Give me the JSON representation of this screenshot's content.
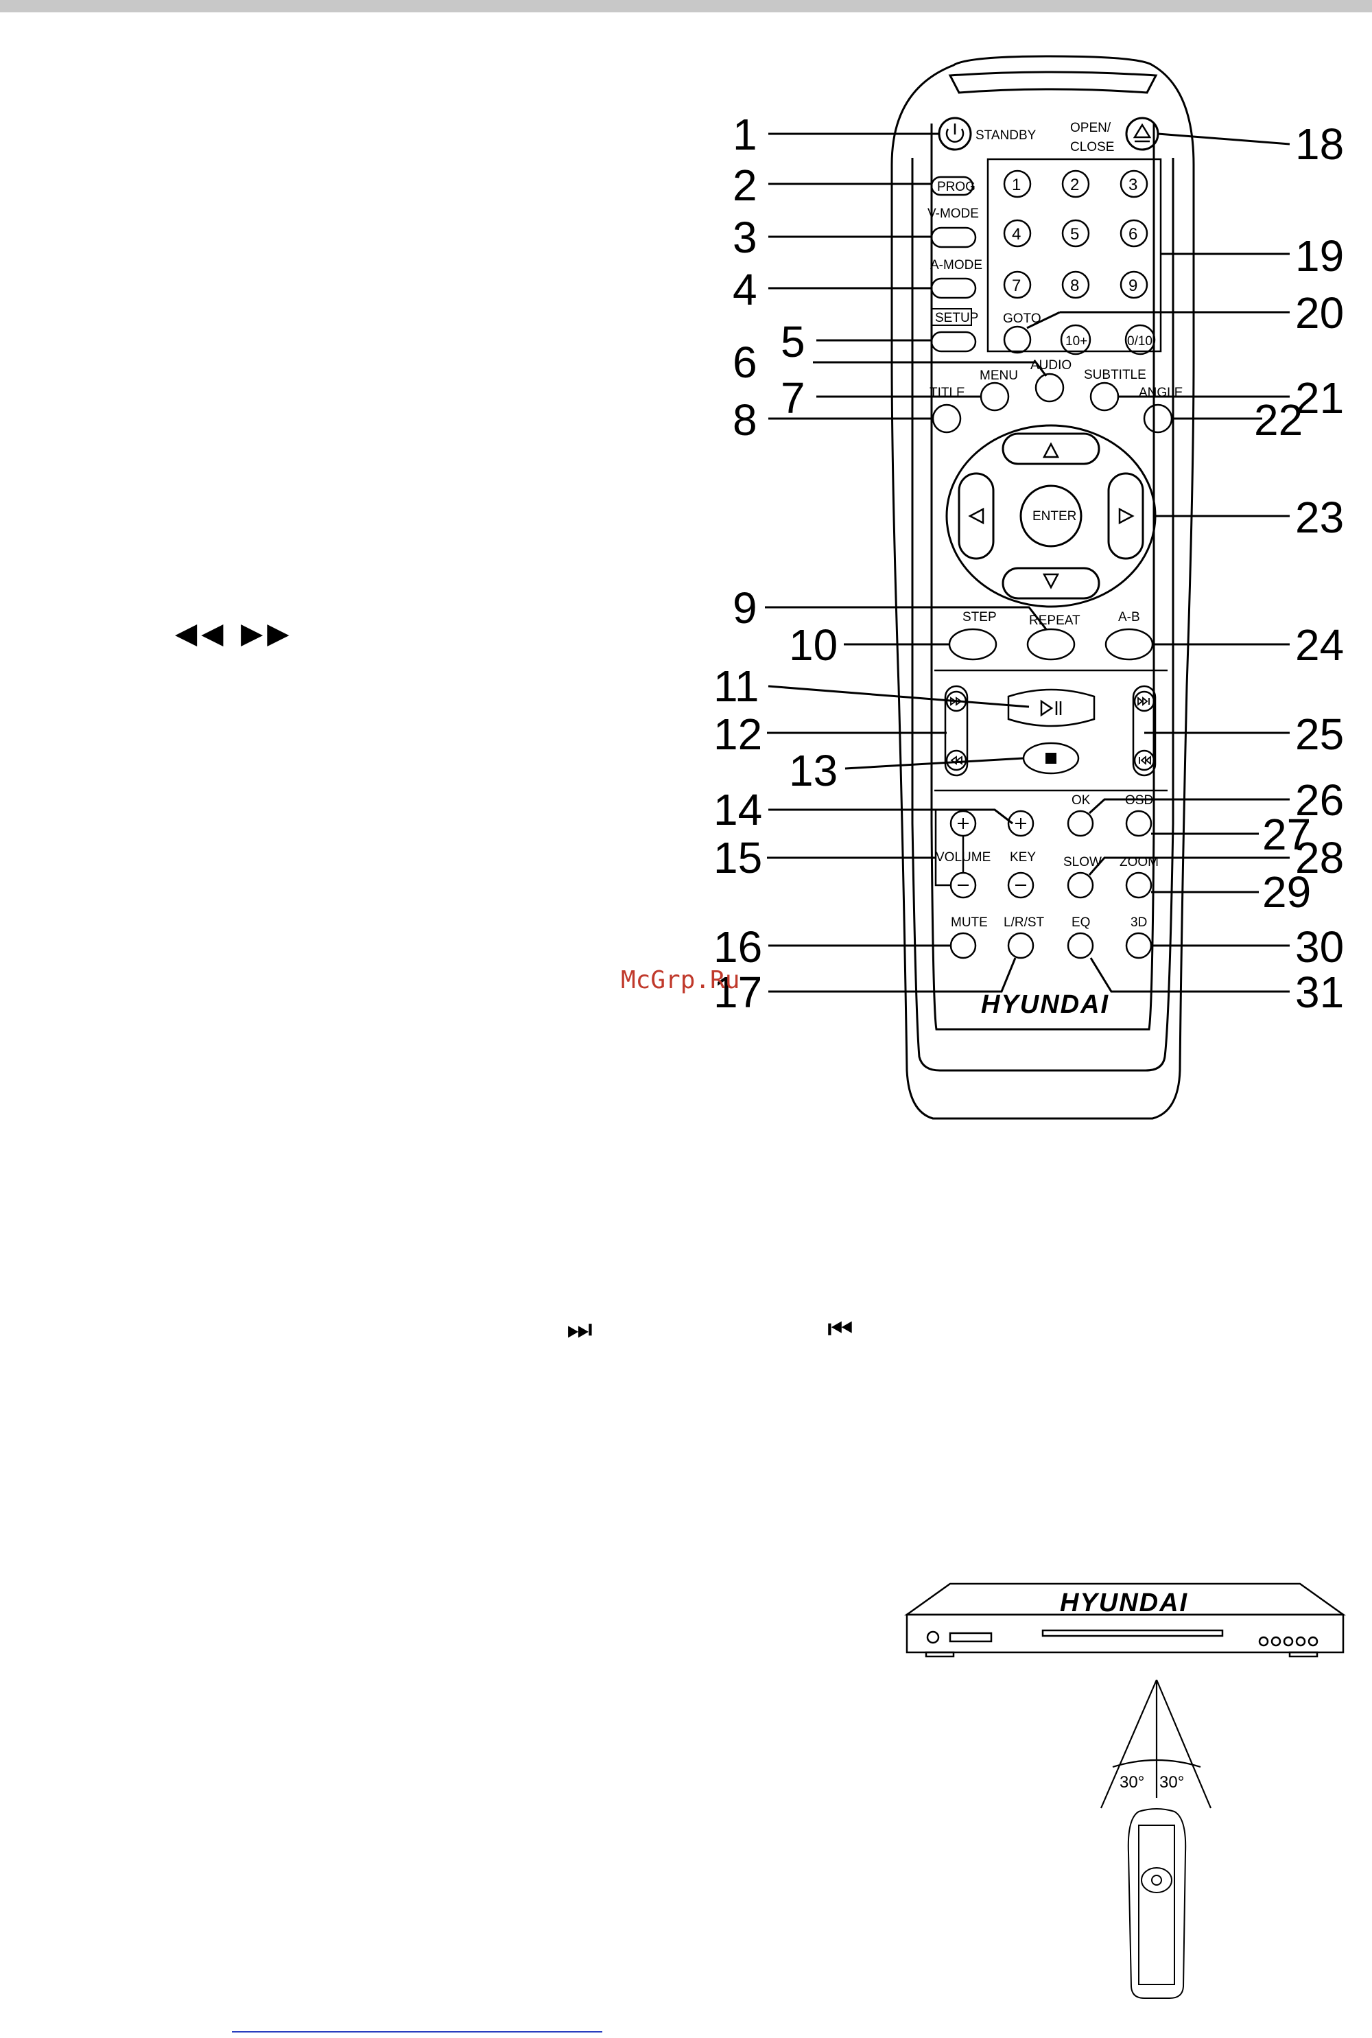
{
  "watermark": "McGrp.Ru",
  "brand": "HYUNDAI",
  "glyphs": {
    "rew_ffwd": "◀◀ ▶▶",
    "skip_next": "⏭",
    "skip_prev": "⏮"
  },
  "callouts": [
    "1",
    "2",
    "3",
    "4",
    "5",
    "6",
    "7",
    "8",
    "9",
    "10",
    "11",
    "12",
    "13",
    "14",
    "15",
    "16",
    "17",
    "18",
    "19",
    "20",
    "21",
    "22",
    "23",
    "24",
    "25",
    "26",
    "27",
    "28",
    "29",
    "30",
    "31"
  ],
  "buttons": {
    "standby": "STANDBY",
    "open_close_1": "OPEN/",
    "open_close_2": "CLOSE",
    "prog": "PROG",
    "v_mode": "V-MODE",
    "a_mode": "A-MODE",
    "setup": "SETUP",
    "audio": "AUDIO",
    "menu": "MENU",
    "title": "TITLE",
    "subtitle": "SUBTITLE",
    "angle": "ANGLE",
    "enter": "ENTER",
    "step": "STEP",
    "repeat": "REPEAT",
    "a_b": "A-B",
    "ok": "OK",
    "osd": "OSD",
    "volume": "VOLUME",
    "key": "KEY",
    "slow": "SLOW",
    "zoom": "ZOOM",
    "mute": "MUTE",
    "lrst": "L/R/ST",
    "eq": "EQ",
    "three_d": "3D",
    "goto": "GOTO"
  },
  "numpad": [
    "1",
    "2",
    "3",
    "4",
    "5",
    "6",
    "7",
    "8",
    "9",
    "10+",
    "0/10"
  ],
  "angle_left": "30°",
  "angle_right": "30°"
}
